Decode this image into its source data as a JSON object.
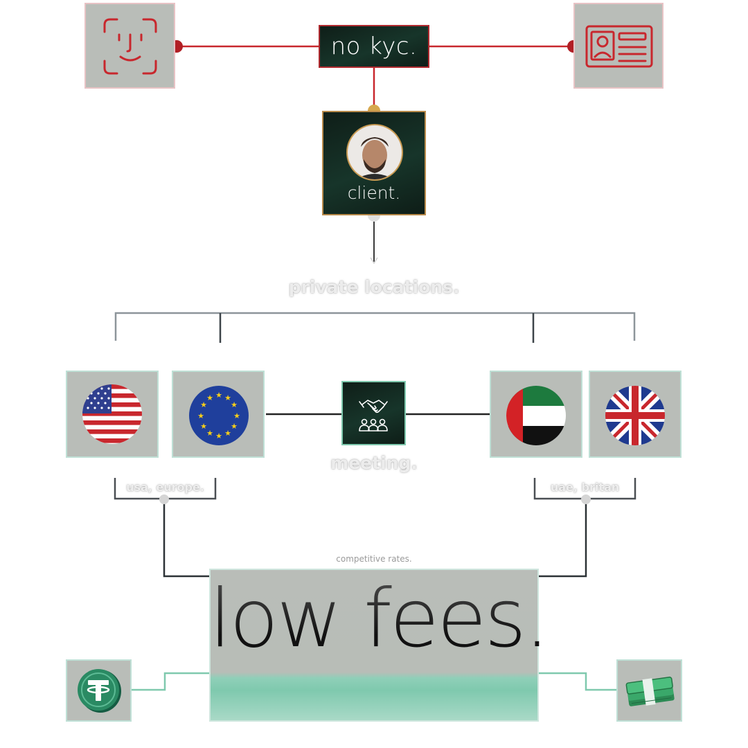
{
  "top": {
    "no_kyc_label": "no kyc.",
    "client_label": "client.",
    "left_icon": "face-id-icon",
    "right_icon": "id-card-icon"
  },
  "locations": {
    "title": "private locations.",
    "meeting_label": "meeting.",
    "meeting_icon": "handshake-group-icon",
    "flags": [
      "usa-flag-icon",
      "eu-flag-icon",
      "uae-flag-icon",
      "uk-flag-icon"
    ],
    "left_group_label": "usa, europe.",
    "right_group_label": "uae, britan"
  },
  "fees": {
    "caption": "competitive rates.",
    "headline": "low fees.",
    "left_icon": "tether-coin-icon",
    "right_icon": "cash-stack-icon"
  },
  "colors": {
    "red": "#c8272d",
    "dark_green": "#13291f",
    "gold": "#b88a4a",
    "mint": "#7fc9ae",
    "gray_box": "#b9bdb8"
  }
}
